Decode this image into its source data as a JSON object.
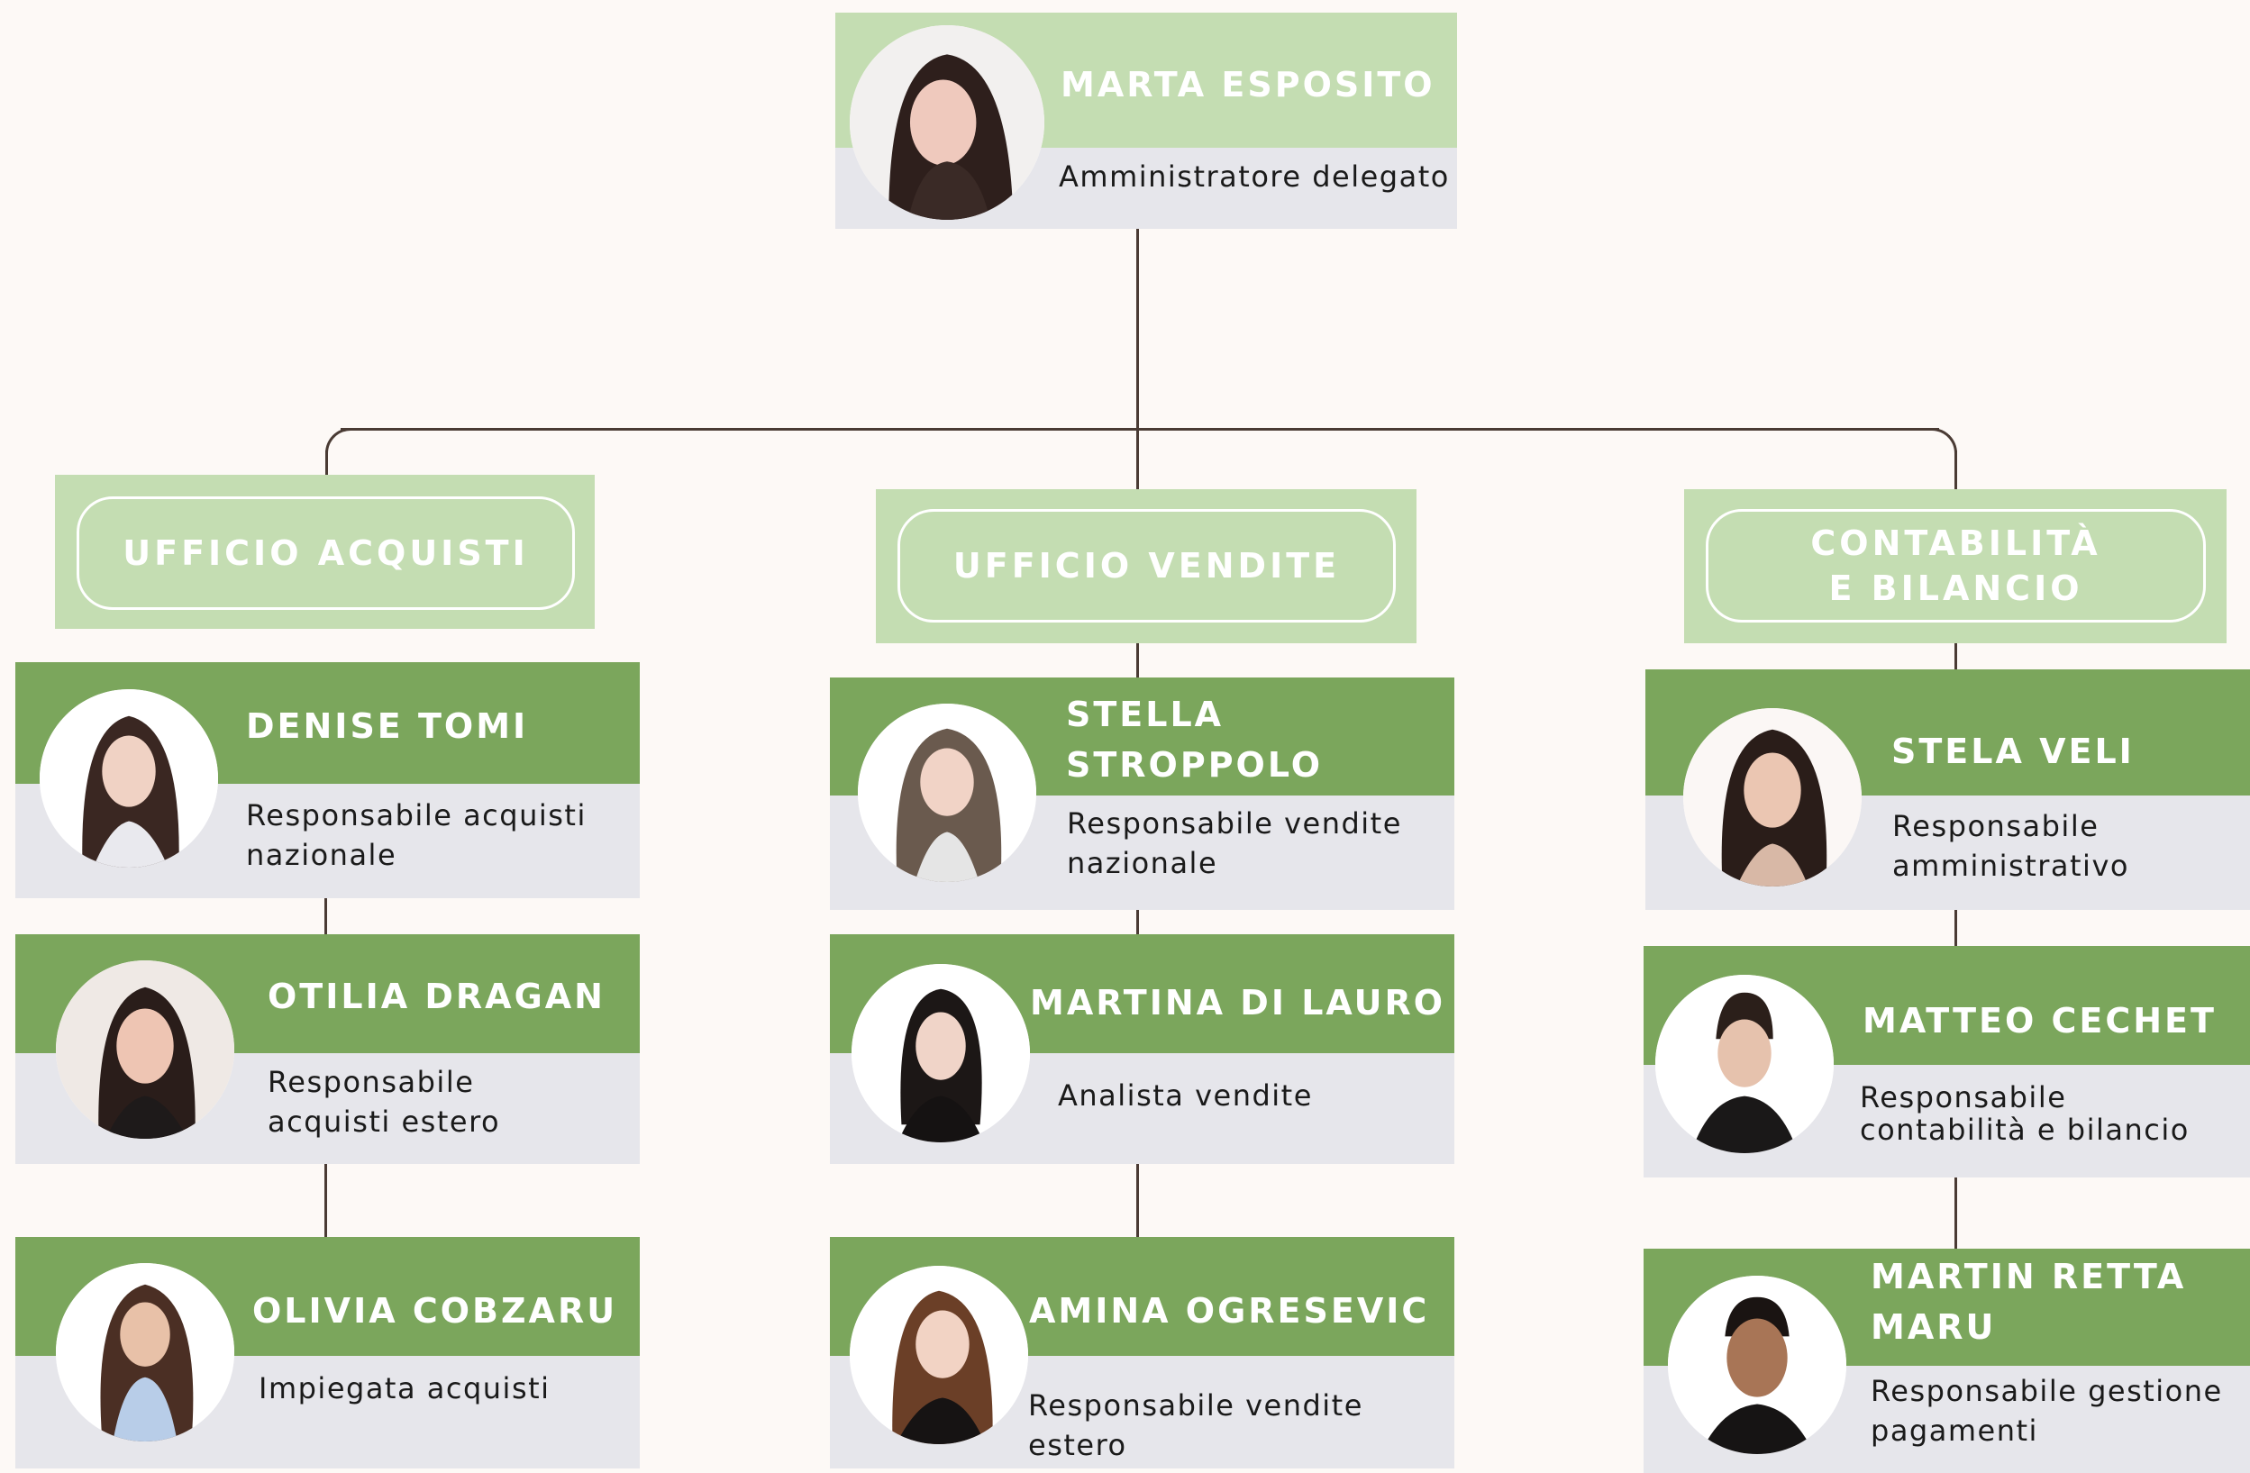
{
  "ceo": {
    "name": "MARTA ESPOSITO",
    "role": "Amministratore delegato"
  },
  "departments": [
    {
      "title": "UFFICIO ACQUISTI",
      "members": [
        {
          "name": "DENISE TOMI",
          "role": "Responsabile acquisti\nnazionale"
        },
        {
          "name": "OTILIA DRAGAN",
          "role": "Responsabile\nacquisti estero"
        },
        {
          "name": "OLIVIA COBZARU",
          "role": "Impiegata acquisti"
        }
      ]
    },
    {
      "title": "UFFICIO VENDITE",
      "members": [
        {
          "name": "STELLA\nSTROPPOLO",
          "role": "Responsabile vendite\nnazionale"
        },
        {
          "name": "MARTINA DI LAURO",
          "role": "Analista vendite"
        },
        {
          "name": "AMINA OGRESEVIC",
          "role": "Responsabile vendite\nestero"
        }
      ]
    },
    {
      "title": "CONTABILITÀ\nE BILANCIO",
      "members": [
        {
          "name": "STELA VELI",
          "role": "Responsabile\namministrativo"
        },
        {
          "name": "MATTEO CECHET",
          "role": "Responsabile\ncontabilità e bilancio"
        },
        {
          "name": "MARTIN RETTA\nMARU",
          "role": "Responsabile gestione\npagamenti"
        }
      ]
    }
  ],
  "colors": {
    "background": "#fdf9f6",
    "light_green": "#c4ddb2",
    "dark_green": "#7ba65c",
    "card_grey": "#e6e6eb",
    "connector": "#4a3b34"
  }
}
